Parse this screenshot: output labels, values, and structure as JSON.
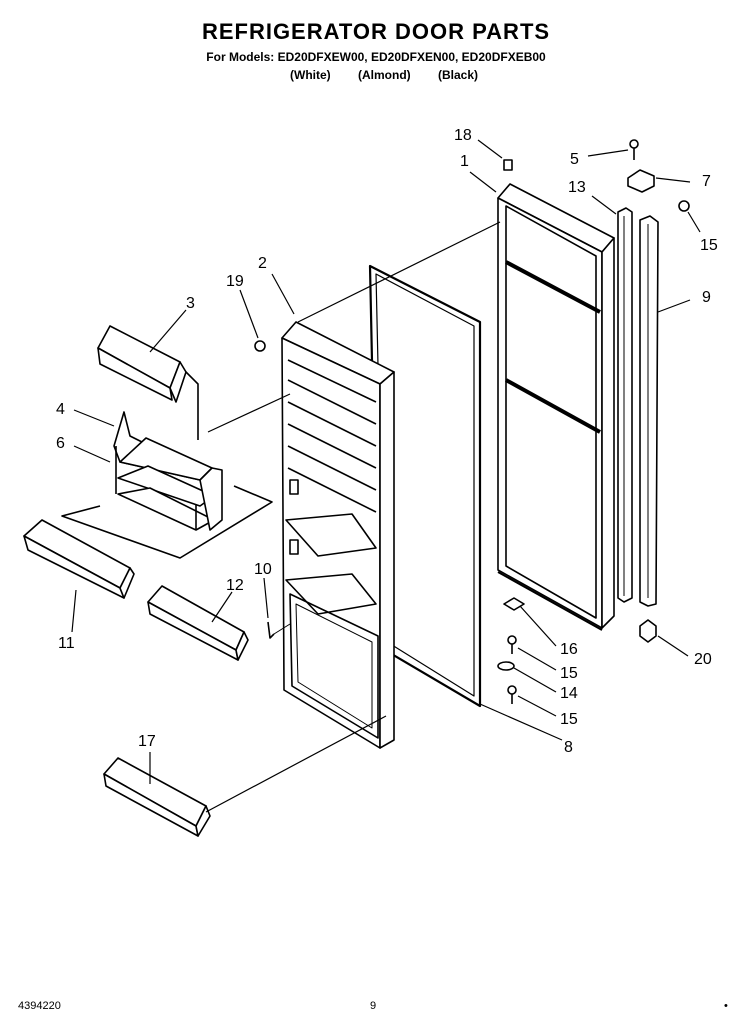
{
  "header": {
    "title": "REFRIGERATOR DOOR PARTS",
    "models": "For Models: ED20DFXEW00, ED20DFXEN00, ED20DFXEB00",
    "colors": [
      "(White)",
      "(Almond)",
      "(Black)"
    ]
  },
  "callouts": [
    "1",
    "2",
    "3",
    "4",
    "5",
    "6",
    "7",
    "8",
    "9",
    "10",
    "11",
    "12",
    "13",
    "14",
    "15",
    "15",
    "15",
    "16",
    "17",
    "18",
    "19",
    "20"
  ],
  "footer": {
    "doc_number": "4394220",
    "page_number": "9",
    "mark": "•"
  }
}
